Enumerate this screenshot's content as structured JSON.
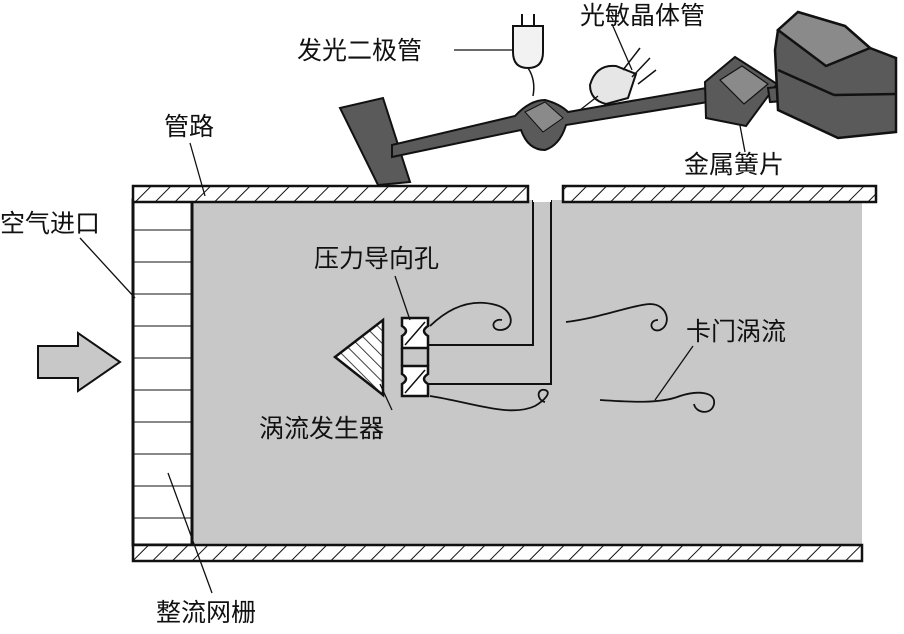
{
  "labels": {
    "led": "发光二极管",
    "phototransistor": "光敏晶体管",
    "pipe": "管路",
    "air_inlet": "空气进口",
    "pressure_hole": "压力导向孔",
    "karman_vortex": "卡门涡流",
    "vortex_generator": "涡流发生器",
    "metal_reed": "金属簧片",
    "rectifier_grid": "整流网栅"
  },
  "colors": {
    "flow_area": "#c8c8c8",
    "wall_fill": "#d9d9d9",
    "mirror": "#5a5a5a",
    "stroke": "#111111"
  }
}
